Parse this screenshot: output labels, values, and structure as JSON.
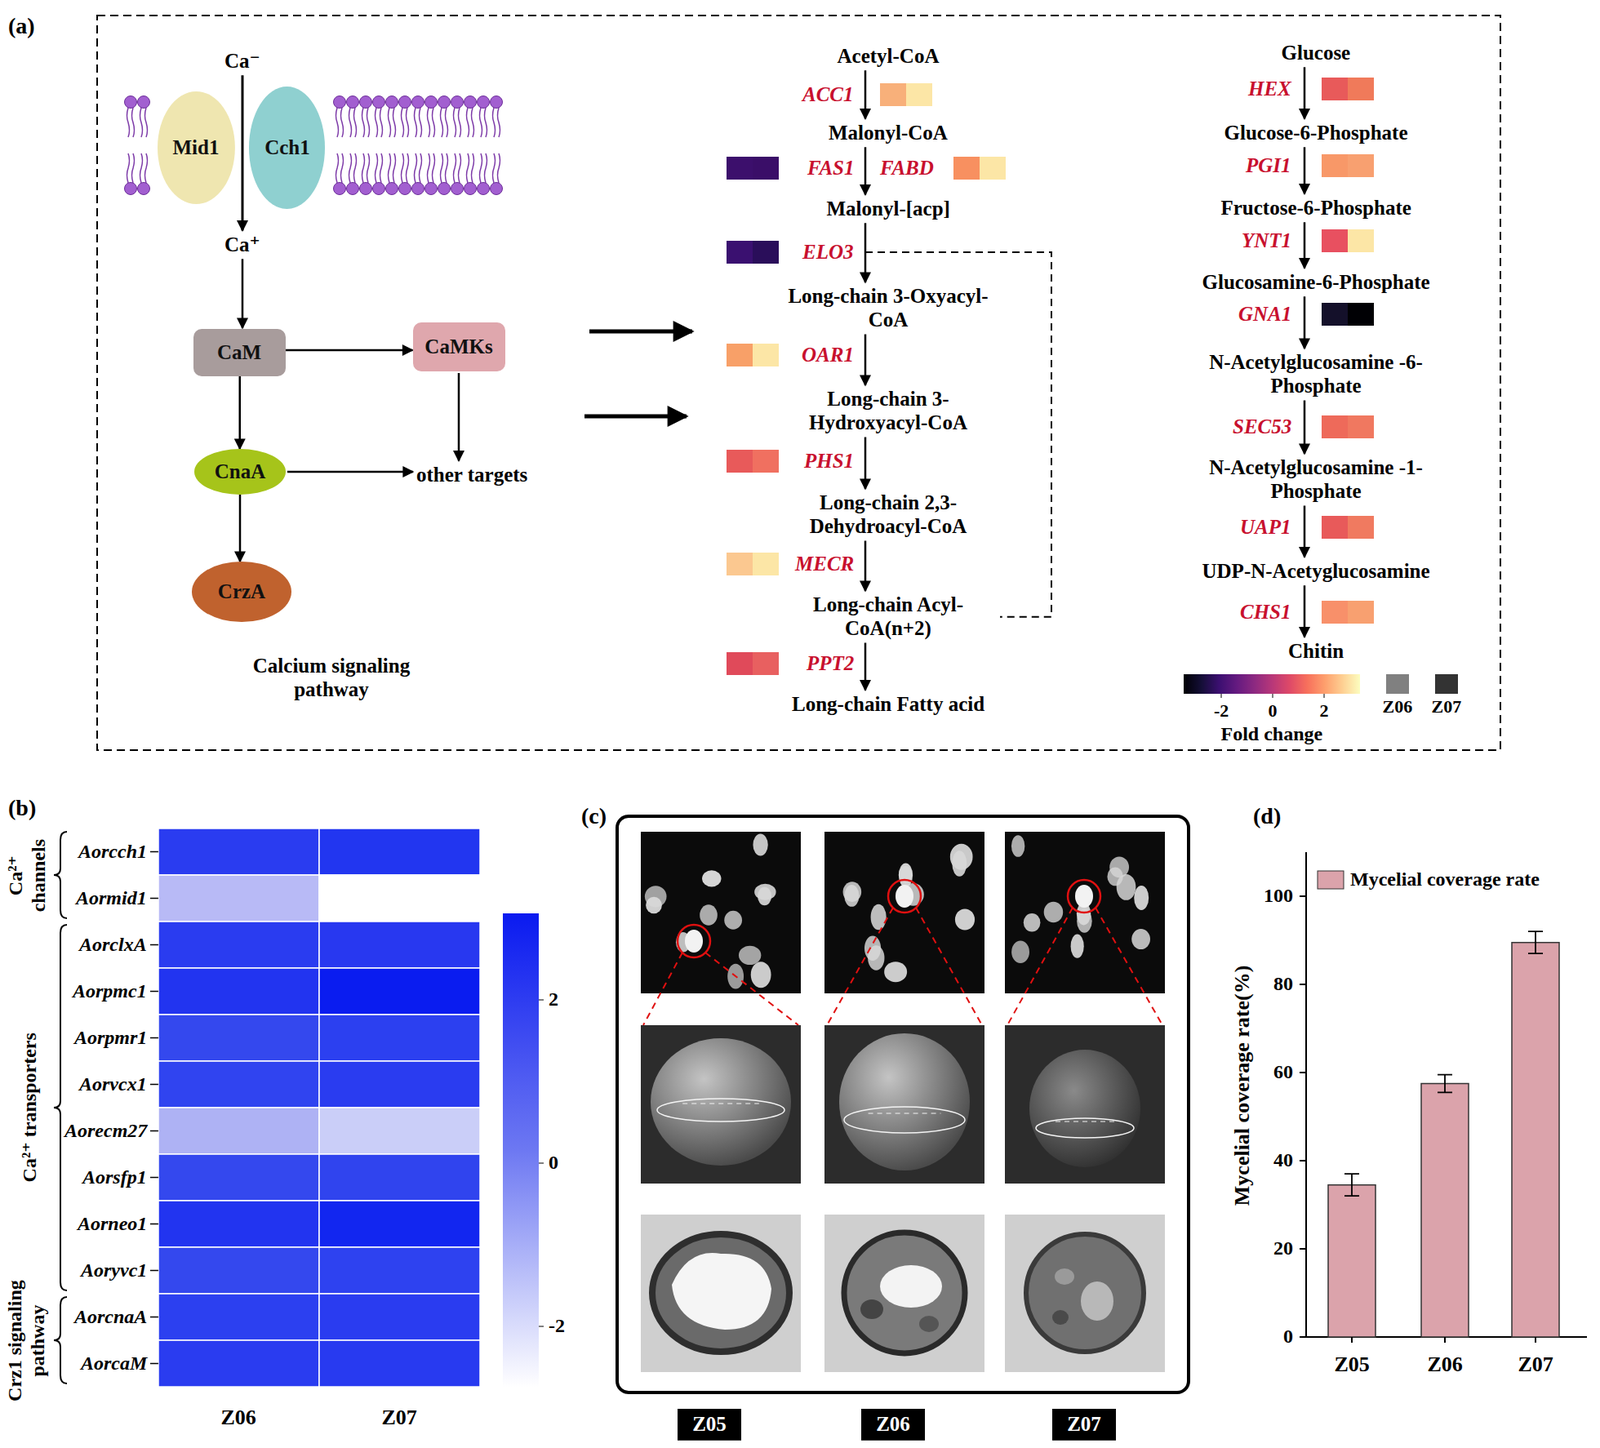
{
  "diagram": {
    "nodes": [
      {
        "text": [
          "Mid1"
        ]
      },
      {
        "text": [
          "Cch1"
        ]
      },
      {
        "text": [
          "CaM"
        ]
      },
      {
        "text": [
          "CaMKs"
        ]
      },
      {
        "text": [
          "CnaA"
        ]
      },
      {
        "text": [
          "CrzA"
        ]
      },
      {
        "text": [
          "Z05"
        ]
      },
      {
        "text": [
          "Z06"
        ]
      },
      {
        "text": [
          "Z07"
        ]
      }
    ],
    "edges": [
      {
        "from": 2,
        "to": 3,
        "arrow": "to"
      },
      {
        "from": 2,
        "to": 4,
        "arrow": "to"
      },
      {
        "from": 4,
        "to": 5,
        "arrow": "to"
      }
    ],
    "labels": [
      "(a)",
      "Ca⁻",
      "Ca⁺",
      "other targets",
      "Calcium signaling pathway",
      "Acetyl-CoA",
      "ACC1",
      "Malonyl-CoA",
      "FAS1",
      "FABD",
      "Malonyl-[acp]",
      "ELO3",
      "Long-chain 3-Oxyacyl-CoA",
      "OAR1",
      "Long-chain 3-Hydroxyacyl-CoA",
      "PHS1",
      "Long-chain 2,3-Dehydroacyl-CoA",
      "MECR",
      "Long-chain Acyl-CoA(n+2)",
      "PPT2",
      "Long-chain Fatty acid",
      "Glucose",
      "HEX",
      "Glucose-6-Phosphate",
      "PGI1",
      "Fructose-6-Phosphate",
      "YNT1",
      "Glucosamine-6-Phosphate",
      "GNA1",
      "N-Acetylglucosamine -6-Phosphate",
      "SEC53",
      "N-Acetylglucosamine -1-Phosphate",
      "UAP1",
      "UDP-N-Acetyglucosamine",
      "CHS1",
      "Chitin",
      "-2",
      "0",
      "2",
      "Fold change",
      "(b)",
      "Ca²⁺ channels",
      "Ca²⁺ transporters",
      "Crz1 signaling pathway",
      "Aorcch1",
      "Aormid1",
      "AorclxA",
      "Aorpmc1",
      "Aorpmr1",
      "Aorvcx1",
      "Aorecm27",
      "Aorsfp1",
      "Aorneo1",
      "Aoryvc1",
      "AorcnaA",
      "AorcaM",
      "2",
      "0",
      "-2",
      "Z06",
      "Z07",
      "(c)",
      "(d)",
      "Mycelial coverage rate(%)",
      "100",
      "80",
      "60",
      "40",
      "20",
      "0",
      "Z05",
      "Z06",
      "Z07"
    ],
    "legend": [
      {
        "text": "Z06",
        "color": "#808080"
      },
      {
        "text": "Z07",
        "color": "#333333"
      },
      {
        "text": "Mycelial coverage rate",
        "color": "#dba3ab"
      }
    ]
  }
}
